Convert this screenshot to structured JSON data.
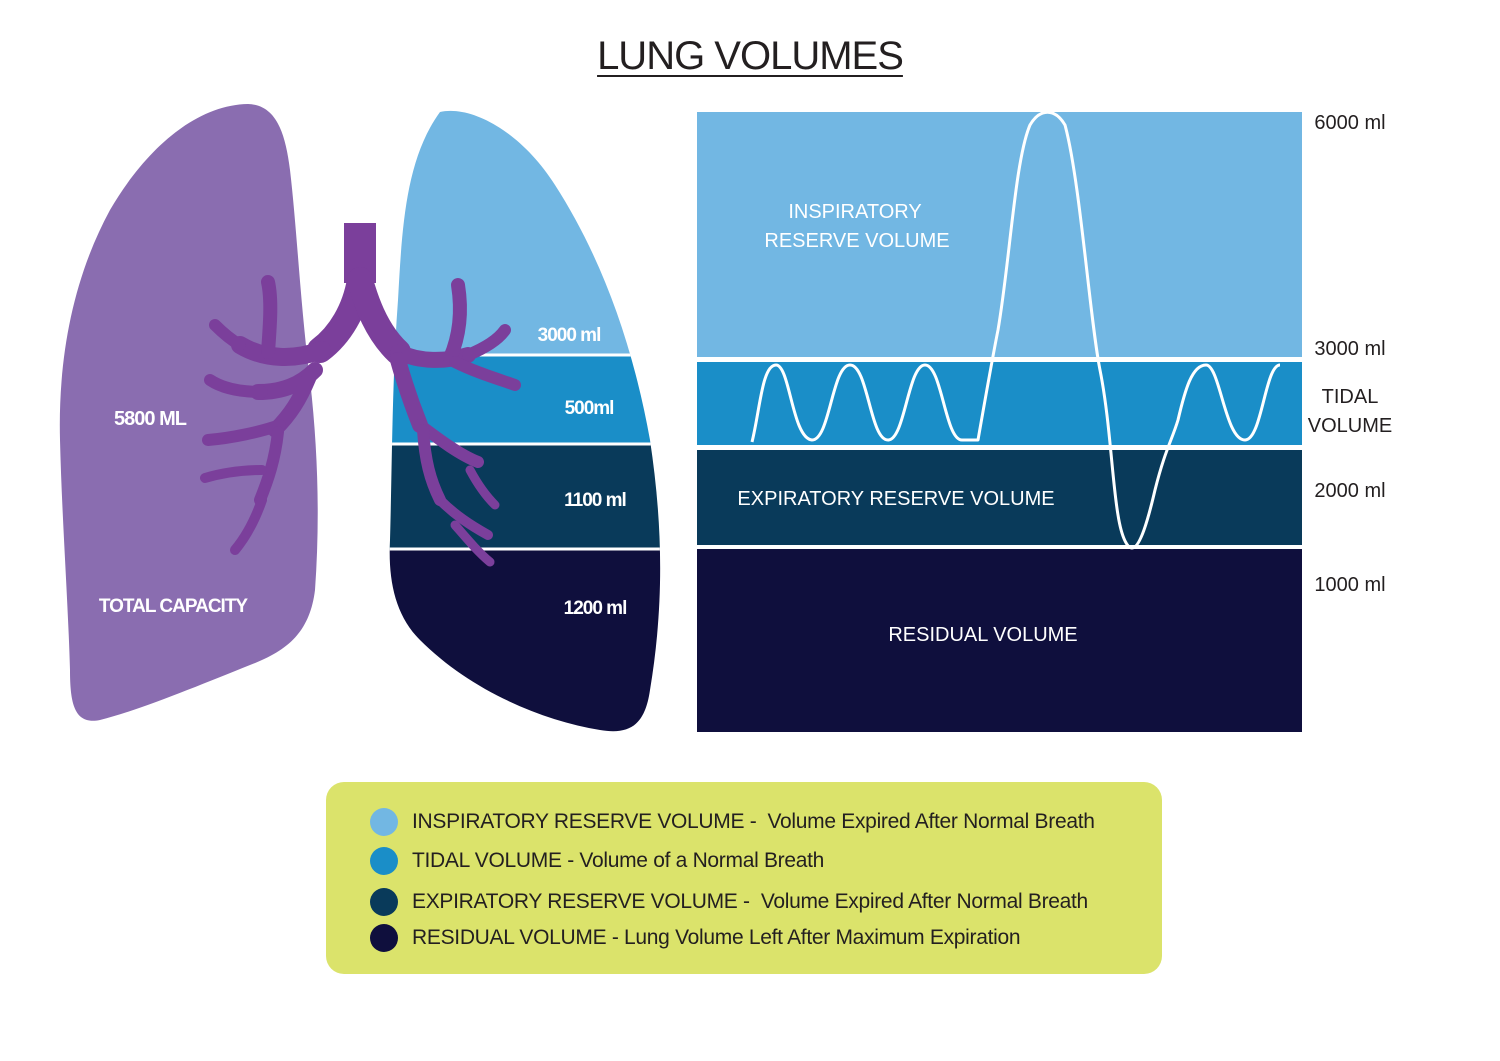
{
  "title": "LUNG VOLUMES",
  "colors": {
    "total_capacity": "#8a6db0",
    "inspiratory_reserve": "#72b7e3",
    "tidal": "#1a8ec8",
    "expiratory_reserve": "#093a5a",
    "residual": "#0f0f3d",
    "bronchi": "#7b3f9b",
    "legend_bg": "#dbe36b",
    "text": "#231f20"
  },
  "lung_left": {
    "volume_label": "5800 ML",
    "caption": "TOTAL CAPACITY"
  },
  "lung_right": {
    "labels": [
      "3000 ml",
      "500ml",
      "1100 ml",
      "1200 ml"
    ]
  },
  "chart": {
    "sections": {
      "inspiratory": [
        "INSPIRATORY",
        "RESERVE VOLUME"
      ],
      "expiratory": "EXPIRATORY RESERVE VOLUME",
      "residual": "RESIDUAL VOLUME"
    },
    "scale": {
      "v6000": "6000 ml",
      "v3000": "3000 ml",
      "tidal_line1": "TIDAL",
      "tidal_line2": "VOLUME",
      "v2000": "2000 ml",
      "v1000": "1000 ml"
    }
  },
  "legend": [
    {
      "icon": "light-blue-dot-icon",
      "color": "#72b7e3",
      "term": "INSPIRATORY RESERVE VOLUME",
      "separator": " -  ",
      "desc": "Volume Expired After Normal Breath"
    },
    {
      "icon": "medium-blue-dot-icon",
      "color": "#1a8ec8",
      "term": "TIDAL VOLUME",
      "separator": " - ",
      "desc": "Volume of a Normal Breath"
    },
    {
      "icon": "dark-teal-dot-icon",
      "color": "#093a5a",
      "term": "EXPIRATORY RESERVE VOLUME",
      "separator": " -  ",
      "desc": "Volume Expired After Normal Breath"
    },
    {
      "icon": "navy-dot-icon",
      "color": "#0f0f3d",
      "term": "RESIDUAL VOLUME",
      "separator": " - ",
      "desc": "Lung Volume Left After Maximum Expiration"
    }
  ]
}
